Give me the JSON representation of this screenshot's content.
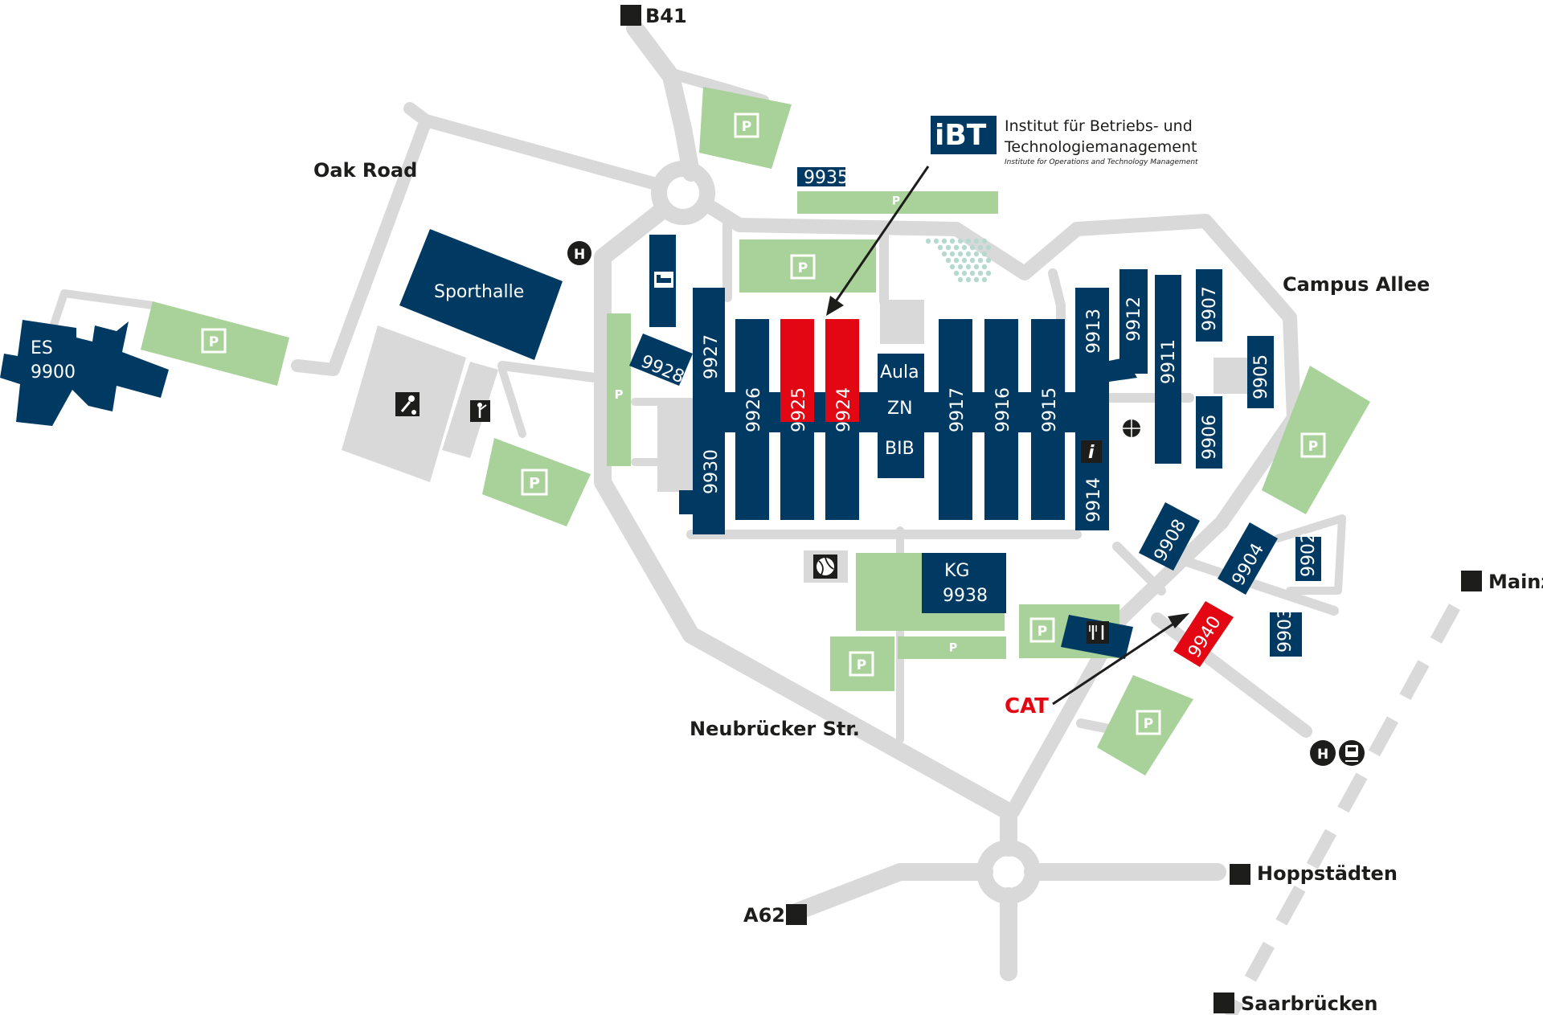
{
  "colors": {
    "road": "#d9d9d9",
    "building": "#003a63",
    "highlight": "#e30613",
    "parking": "#a8d29a",
    "plaza": "#d9d9d9",
    "text": "#1d1d1b",
    "cat_label": "#e30613"
  },
  "roads": {
    "oak_road": "Oak Road",
    "campus_allee": "Campus Allee",
    "neubruecker": "Neubrücker Str."
  },
  "destinations": {
    "b41": "B41",
    "mainz": "Mainz",
    "hoppstaedten": "Hoppstädten",
    "a62": "A62",
    "saarbruecken": "Saarbrücken"
  },
  "buildings": {
    "es_line1": "ES",
    "es_line2": "9900",
    "sporthalle": "Sporthalle",
    "b9935": "9935",
    "b9928": "9928",
    "b9927": "9927",
    "b9930": "9930",
    "b9926": "9926",
    "b9925": "9925",
    "b9924": "9924",
    "aula": "Aula",
    "zn": "ZN",
    "bib": "BIB",
    "b9917": "9917",
    "b9916": "9916",
    "b9915": "9915",
    "b9913": "9913",
    "b9914": "9914",
    "b9912": "9912",
    "b9911": "9911",
    "b9907": "9907",
    "b9906": "9906",
    "b9905": "9905",
    "b9908": "9908",
    "b9904": "9904",
    "b9902": "9902",
    "b9903": "9903",
    "b9940": "9940",
    "kg_line1": "KG",
    "kg_line2": "9938"
  },
  "parking_label": "P",
  "bus_stop_label": "H",
  "info_label": "i",
  "ibt": {
    "logo": "iBT",
    "name_line1": "Institut für Betriebs- und",
    "name_line2": "Technologiemanagement",
    "subtitle": "Institute for Operations and Technology Management"
  },
  "cat_label": "CAT",
  "icons": [
    "bed-icon",
    "soccer-icon",
    "tennis-icon",
    "basketball-icon",
    "info-icon",
    "restaurant-icon",
    "volleyball-icon",
    "train-icon",
    "bus-stop-icon"
  ]
}
